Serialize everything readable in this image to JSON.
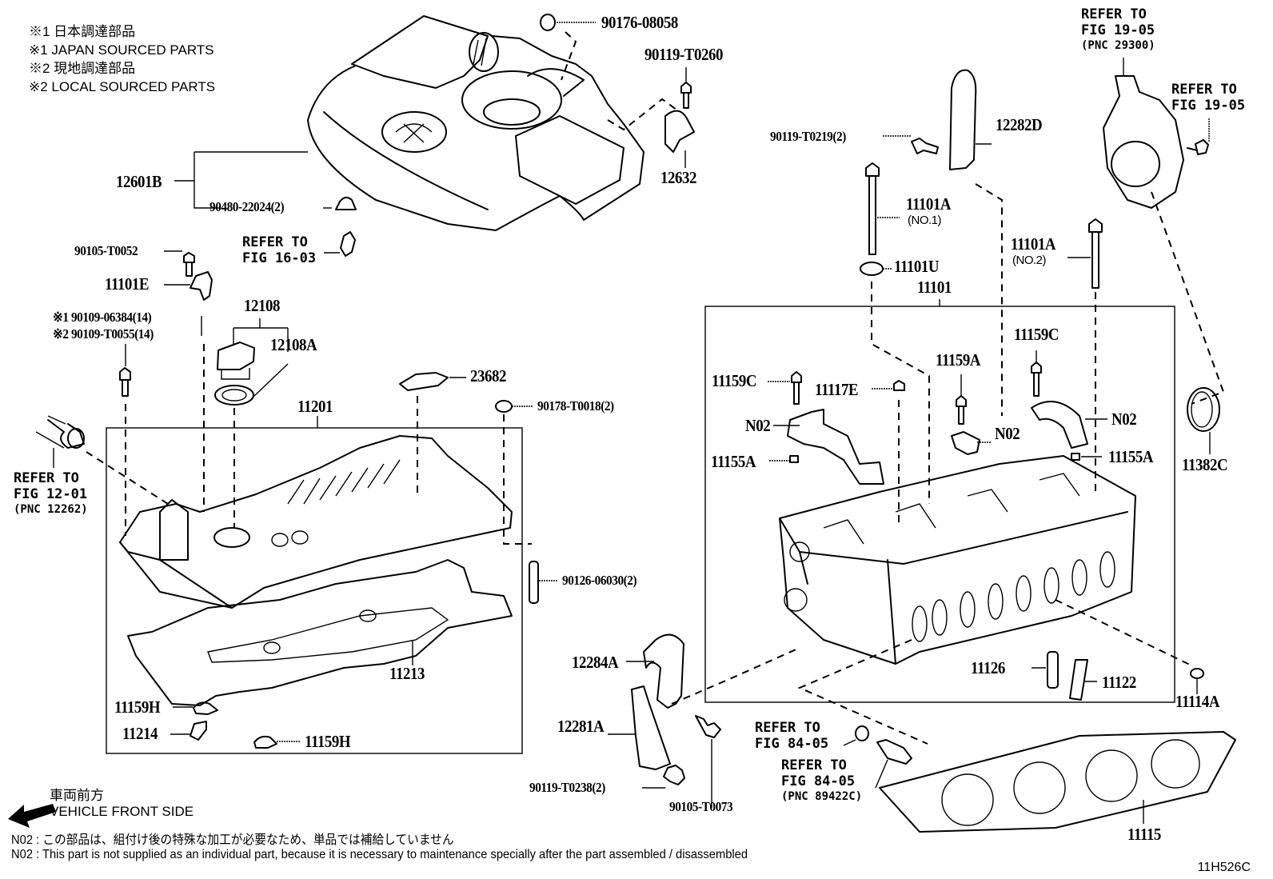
{
  "diagram": {
    "code": "11H526C",
    "legend": [
      "※1 日本調達部品",
      "※1 JAPAN SOURCED PARTS",
      "※2 現地調達部品",
      "※2 LOCAL SOURCED PARTS"
    ],
    "direction": {
      "jp": "車両前方",
      "en": "VEHICLE FRONT SIDE"
    },
    "footnotes": {
      "jp": "N02 : この部品は、組付け後の特殊な加工が必要なため、単品では補給していません",
      "en": "N02 : This part is not supplied as an individual part, because it is necessary to maintenance specially after the part assembled / disassembled"
    },
    "refs": {
      "r1905a": {
        "line1": "REFER TO",
        "line2": "FIG 19-05",
        "pnc": "(PNC 29300)"
      },
      "r1905b": {
        "line1": "REFER TO",
        "line2": "FIG 19-05"
      },
      "r1603": {
        "line1": "REFER TO",
        "line2": "FIG 16-03"
      },
      "r1201": {
        "line1": "REFER TO",
        "line2": "FIG 12-01",
        "pnc": "(PNC 12262)"
      },
      "r8405a": {
        "line1": "REFER TO",
        "line2": "FIG 84-05"
      },
      "r8405b": {
        "line1": "REFER TO",
        "line2": "FIG 84-05",
        "pnc": "(PNC 89422C)"
      }
    },
    "parts": {
      "p90176_08058": "90176-08058",
      "p90119_T0260": "90119-T0260",
      "p12632": "12632",
      "p12601B": "12601B",
      "p90480_22024": "90480-22024(2)",
      "p90105_T0052": "90105-T0052",
      "p11101E": "11101E",
      "p90109_06384": "※1 90109-06384(14)",
      "p90109_T0055": "※2 90109-T0055(14)",
      "p12108": "12108",
      "p12108A": "12108A",
      "p23682": "23682",
      "p90178_T0018": "90178-T0018(2)",
      "p11201": "11201",
      "p90126_06030": "90126-06030(2)",
      "p11213": "11213",
      "p11159H_a": "11159H",
      "p11214": "11214",
      "p11159H_b": "11159H",
      "p90119_T0219": "90119-T0219(2)",
      "p12282D": "12282D",
      "p11101A_1": "11101A",
      "p11101A_1_no": "(NO.1)",
      "p11101U": "11101U",
      "p11101": "11101",
      "p11101A_2": "11101A",
      "p11101A_2_no": "(NO.2)",
      "p11159C_a": "11159C",
      "p11117E": "11117E",
      "p11159A": "11159A",
      "p11159C_b": "11159C",
      "pN02_a": "N02",
      "pN02_b": "N02",
      "pN02_c": "N02",
      "p11155A_a": "11155A",
      "p11155A_b": "11155A",
      "p11382C": "11382C",
      "p11126": "11126",
      "p11122": "11122",
      "p11114A": "11114A",
      "p12284A": "12284A",
      "p12281A": "12281A",
      "p90119_T0238": "90119-T0238(2)",
      "p90105_T0073": "90105-T0073",
      "p11115": "11115"
    }
  }
}
